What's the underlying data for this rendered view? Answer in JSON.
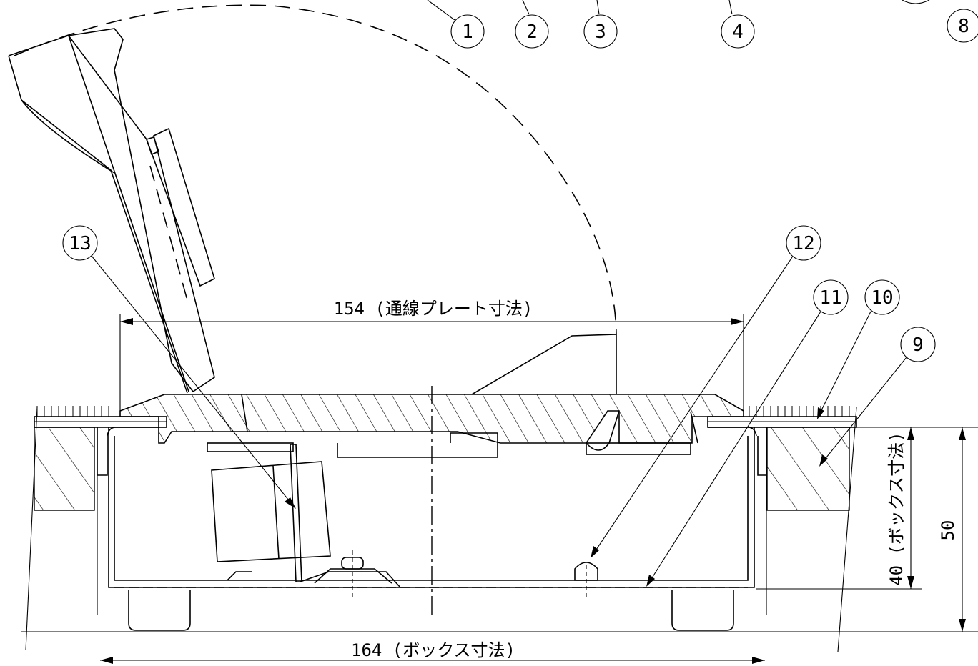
{
  "balloons": {
    "b1": "1",
    "b2": "2",
    "b3": "3",
    "b4": "4",
    "b8": "8",
    "b9": "9",
    "b10": "10",
    "b11": "11",
    "b12": "12",
    "b13": "13"
  },
  "dimensions": {
    "plate_width": "154 (通線プレート寸法)",
    "box_width": "164 (ボックス寸法)",
    "box_depth": "40 (ボックス寸法)",
    "total_height": "50"
  }
}
